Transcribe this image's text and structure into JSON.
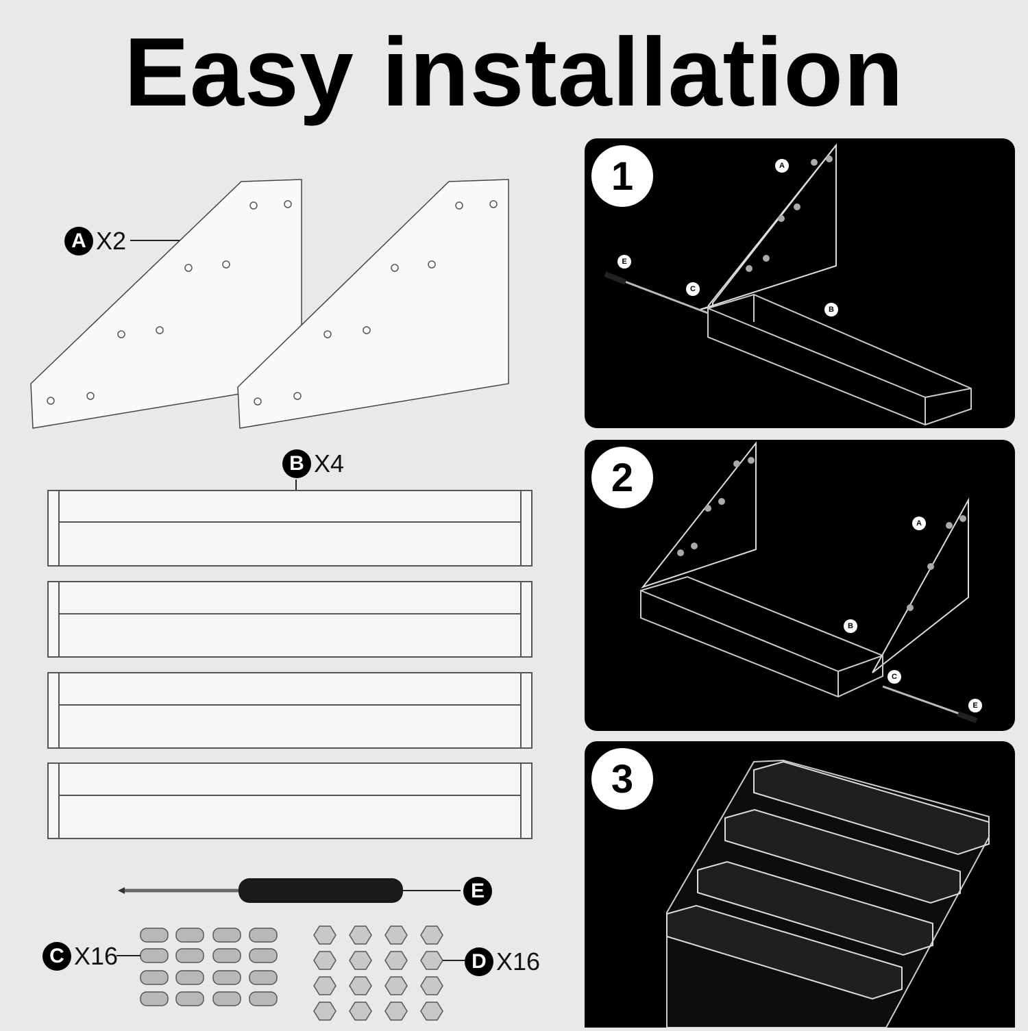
{
  "title": "Easy installation",
  "parts": {
    "a": {
      "letter": "A",
      "qty": "X2"
    },
    "b": {
      "letter": "B",
      "qty": "X4"
    },
    "c": {
      "letter": "C",
      "qty": "X16"
    },
    "d": {
      "letter": "D",
      "qty": "X16"
    },
    "e": {
      "letter": "E"
    }
  },
  "steps": [
    "1",
    "2",
    "3"
  ]
}
